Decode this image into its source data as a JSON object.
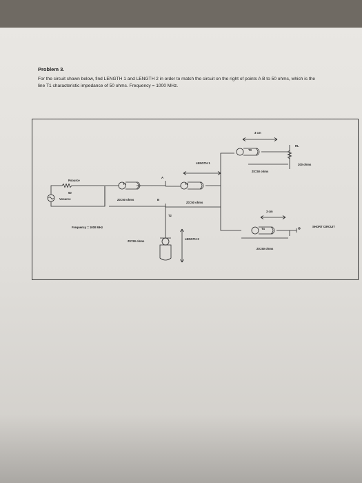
{
  "problem_title": "Problem 3.",
  "problem_text": "For the circuit shown below, find LENGTH 1 and LENGTH 2 in order to match the circuit on the right of points A B to 50 ohms, which is the line T1 characteristic impedance of 50 ohms. Frequency = 1000 MHz.",
  "circuit": {
    "rsource_label": "Rsource",
    "rsource_value": "50",
    "vsource_label": "Vsource",
    "frequency_label": "Frequency = 1000 MHz",
    "t1_label": "T1",
    "t1_z": "Z0=50 ohms",
    "point_a": "A",
    "point_b": "B",
    "t2_label": "T2",
    "t2_z": "Z0=50 ohms",
    "t2_stub_z": "Z0=50 ohms",
    "length1_label": "LENGTH 1",
    "length2_label": "LENGTH 2",
    "t3_label": "T3",
    "t3_length": "3 cm",
    "t3_z": "Z0=50 ohms",
    "rl_label": "RL",
    "rl_value": "200 ohms",
    "t4_label": "T4",
    "t4_length": "3 cm",
    "t4_z": "Z0=50 ohms",
    "short_label": "SHORT CIRCUIT"
  }
}
